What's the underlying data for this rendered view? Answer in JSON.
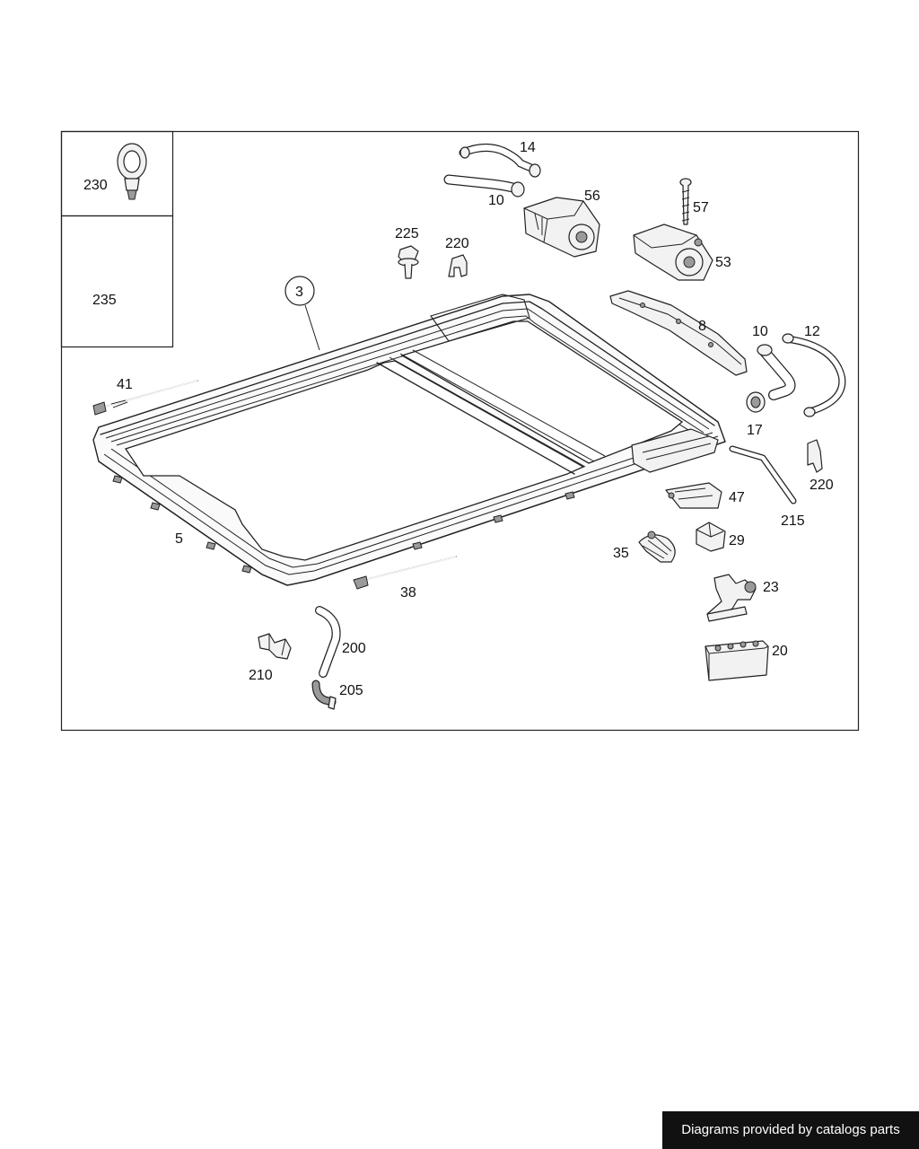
{
  "callouts": {
    "c230": "230",
    "c235": "235",
    "c14": "14",
    "c10a": "10",
    "c56": "56",
    "c57": "57",
    "c53": "53",
    "c225": "225",
    "c220a": "220",
    "c3": "3",
    "c8": "8",
    "c10b": "10",
    "c12": "12",
    "c41": "41",
    "c17": "17",
    "c220b": "220",
    "c47": "47",
    "c215": "215",
    "c35": "35",
    "c29": "29",
    "c5": "5",
    "c38": "38",
    "c23": "23",
    "c200": "200",
    "c210": "210",
    "c20": "20",
    "c205": "205"
  },
  "footer": {
    "credit": "Diagrams provided by catalogs parts"
  }
}
